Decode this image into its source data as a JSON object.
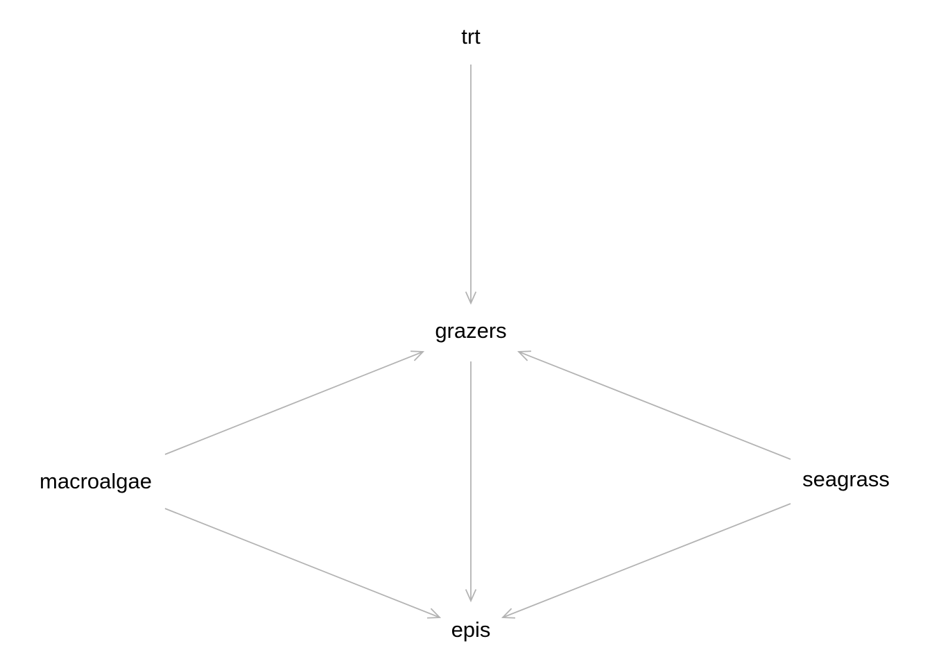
{
  "nodes": [
    {
      "id": "trt",
      "label": "trt"
    },
    {
      "id": "grazers",
      "label": "grazers"
    },
    {
      "id": "macroalgae",
      "label": "macroalgae"
    },
    {
      "id": "seagrass",
      "label": "seagrass"
    },
    {
      "id": "epis",
      "label": "epis"
    }
  ],
  "edges": [
    {
      "from": "trt",
      "to": "grazers"
    },
    {
      "from": "macroalgae",
      "to": "grazers"
    },
    {
      "from": "seagrass",
      "to": "grazers"
    },
    {
      "from": "grazers",
      "to": "epis"
    },
    {
      "from": "macroalgae",
      "to": "epis"
    },
    {
      "from": "seagrass",
      "to": "epis"
    }
  ],
  "colors": {
    "edge": "#b3b3b3",
    "label": "#000000",
    "background": "#ffffff"
  }
}
